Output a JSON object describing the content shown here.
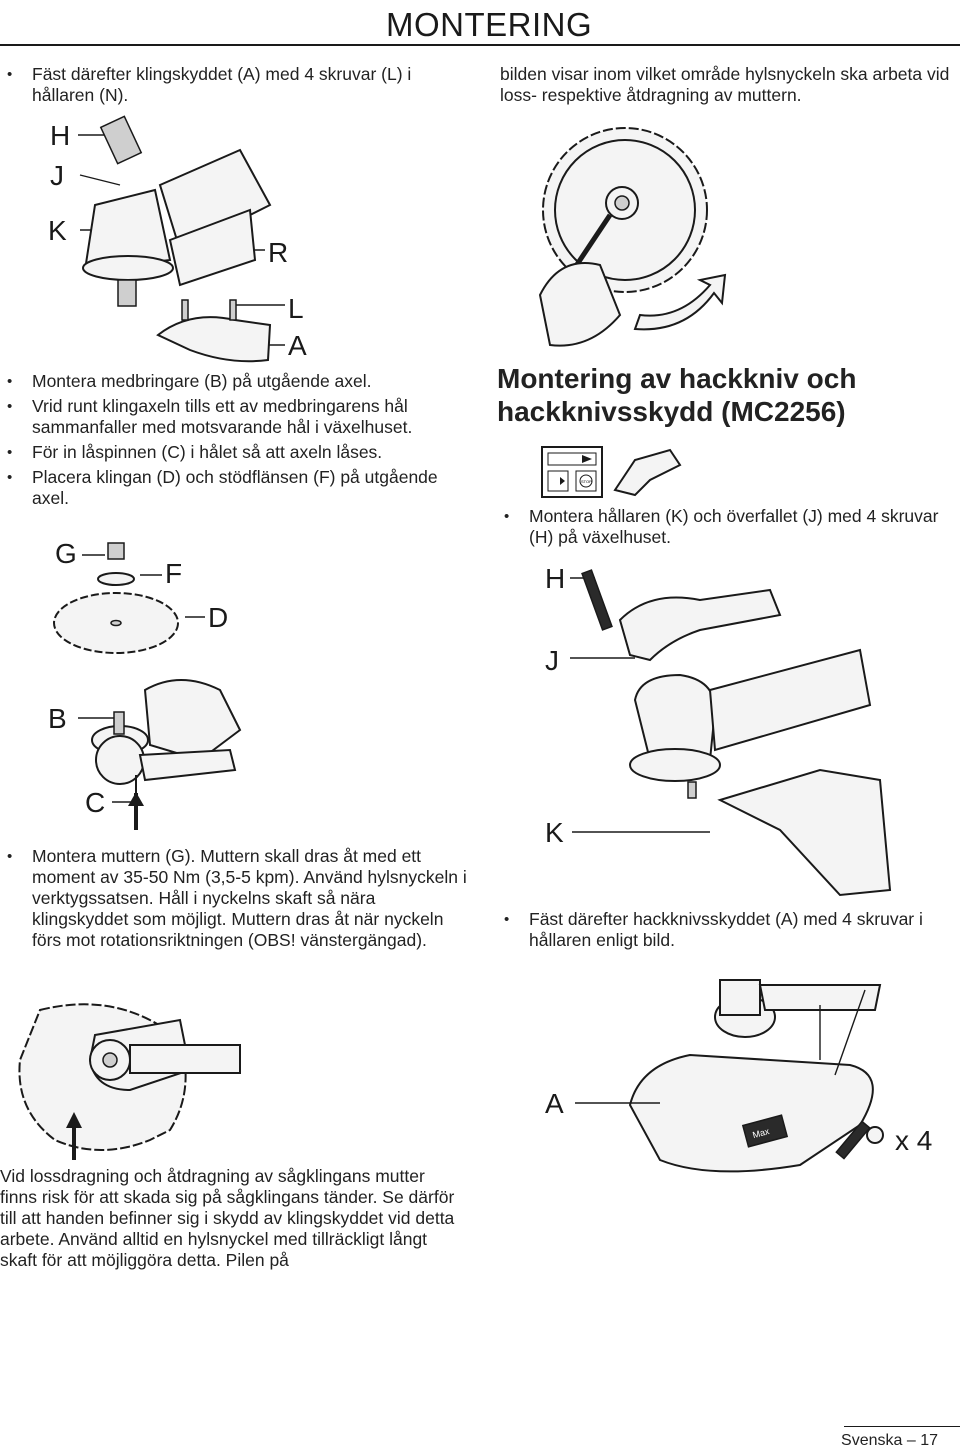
{
  "header": {
    "title": "MONTERING"
  },
  "left_col": {
    "bullets_top": [
      "Fäst därefter klingskyddet (A) med 4 skruvar (L) i hållaren (N)."
    ],
    "bullets_mid": [
      "Montera medbringare (B) på utgående axel.",
      "Vrid runt klingaxeln tills ett av medbringarens hål sammanfaller med motsvarande hål i växelhuset.",
      "För in låspinnen (C) i hålet så att axeln låses.",
      "Placera klingan (D) och stödflänsen (F) på utgående axel."
    ],
    "bullets_low": [
      "Montera muttern (G). Muttern skall dras åt med ett moment av 35-50 Nm (3,5-5 kpm). Använd hylsnyckeln i verktygssatsen. Håll i nyckelns skaft så nära klingskyddet som möjligt. Muttern dras åt när nyckeln förs mot rotationsriktningen (OBS! vänstergängad)."
    ],
    "bottom_para": "Vid lossdragning och åtdragning av sågklingans mutter finns risk för att skada sig på sågklingans tänder. Se därför till att handen befinner sig i skydd av klingskyddet vid detta arbete. Använd alltid en hylsnyckel med tillräckligt långt skaft för att möjliggöra detta. Pilen på"
  },
  "right_col": {
    "top_para": "bilden visar inom vilket område hylsnyckeln ska arbeta vid loss- respektive åtdragning av muttern.",
    "heading": "Montering av hackkniv och hackknivsskydd (MC2256)",
    "bullets_mid": [
      "Montera hållaren (K) och överfallet (J) med 4 skruvar (H) på växelhuset."
    ],
    "bullets_low": [
      "Fäst därefter hackknivsskyddet (A) med 4 skruvar i hållaren enligt bild."
    ]
  },
  "figures": {
    "fig1_labels": [
      "H",
      "J",
      "K",
      "R",
      "L",
      "A"
    ],
    "fig2_labels": [
      "G",
      "F",
      "D"
    ],
    "fig3_labels": [
      "B",
      "C"
    ],
    "fig5_labels": [
      "H",
      "J",
      "K"
    ],
    "fig6_labels": [
      "A",
      "x 4"
    ],
    "stop_label": "STOP",
    "max_label": "Max"
  },
  "footer": {
    "page": "Svenska – 17"
  }
}
